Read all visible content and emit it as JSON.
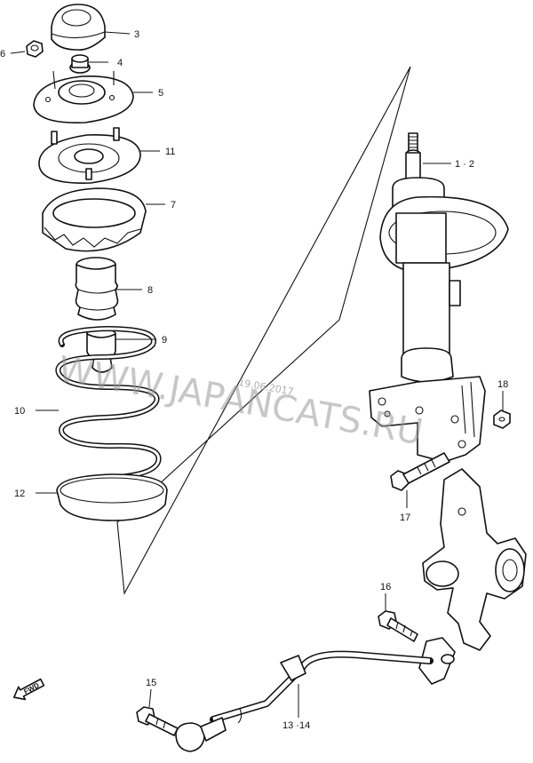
{
  "labels": {
    "p3": "3",
    "p4": "4",
    "p5": "5",
    "p6": "6",
    "p11": "11",
    "p7": "7",
    "p8": "8",
    "p9": "9",
    "p10": "10",
    "p12": "12",
    "p1_2": "1 · 2",
    "p18": "18",
    "p17": "17",
    "p16": "16",
    "p15": "15",
    "p13_14": "13 ·14"
  },
  "watermark": {
    "text": "WWW.JAPANCATS.RU",
    "date": "19.06.2017"
  },
  "direction_arrow": {
    "text": "FWD"
  }
}
